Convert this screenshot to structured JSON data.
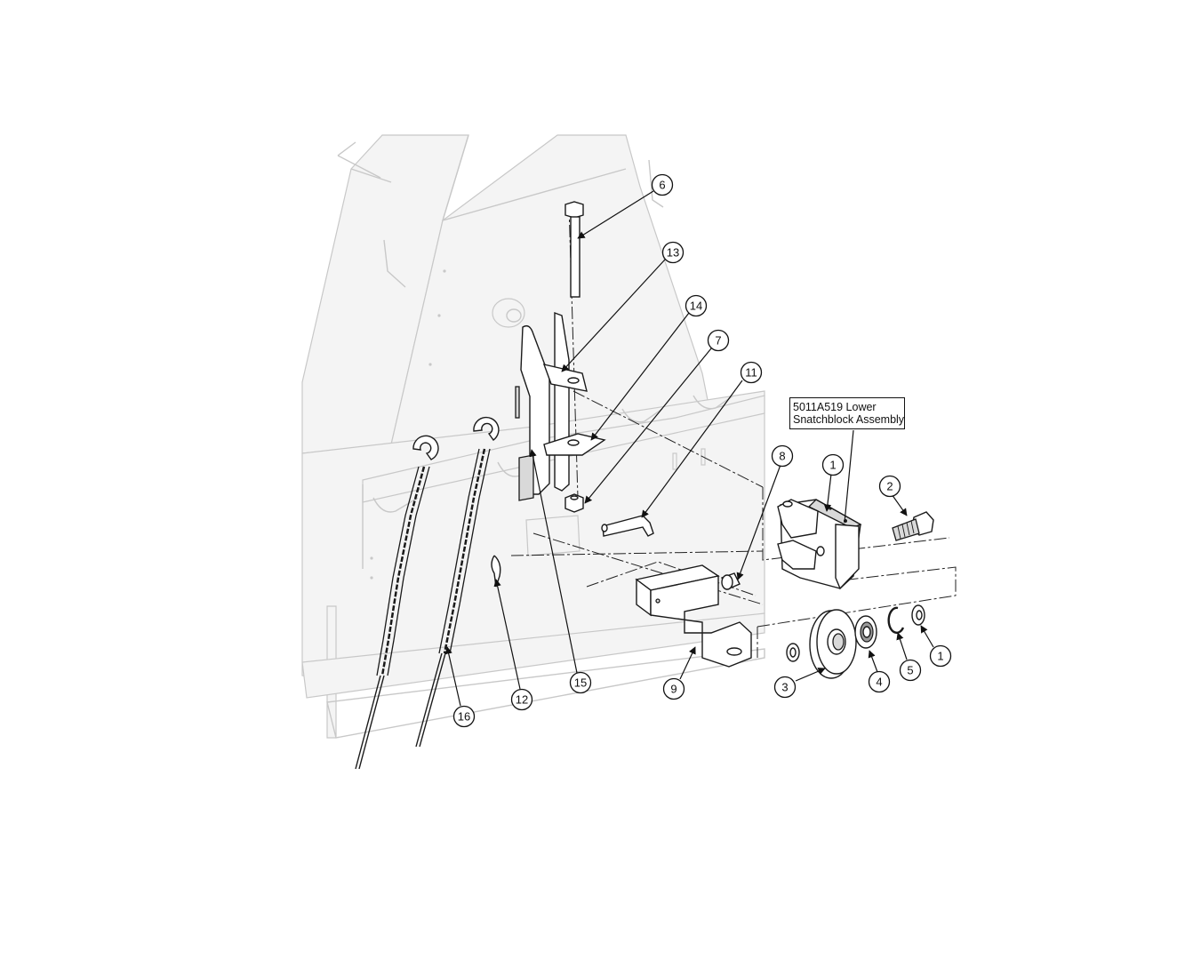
{
  "assembly_label": {
    "line1": "5011A519 Lower",
    "line2": "Snatchblock Assembly"
  },
  "callouts": [
    {
      "id": "c6",
      "label": "6",
      "highlighted": false
    },
    {
      "id": "c13",
      "label": "13",
      "highlighted": false
    },
    {
      "id": "c14",
      "label": "14",
      "highlighted": false
    },
    {
      "id": "c7",
      "label": "7",
      "highlighted": false
    },
    {
      "id": "c11",
      "label": "11",
      "highlighted": false
    },
    {
      "id": "c8",
      "label": "8",
      "highlighted": false
    },
    {
      "id": "c1a",
      "label": "1",
      "highlighted": false
    },
    {
      "id": "c2",
      "label": "2",
      "highlighted": false
    },
    {
      "id": "c1b",
      "label": "1",
      "highlighted": false
    },
    {
      "id": "c5",
      "label": "5",
      "highlighted": false
    },
    {
      "id": "c4",
      "label": "4",
      "highlighted": false
    },
    {
      "id": "c3",
      "label": "3",
      "highlighted": false
    },
    {
      "id": "c9",
      "label": "9",
      "highlighted": false
    },
    {
      "id": "c15",
      "label": "15",
      "highlighted": false
    },
    {
      "id": "c12",
      "label": "12",
      "highlighted": false
    },
    {
      "id": "c16",
      "label": "16",
      "highlighted": true
    }
  ],
  "colors": {
    "highlight": "#5ee65e",
    "ghost_outline": "#c8c8c8",
    "line": "#111111"
  }
}
